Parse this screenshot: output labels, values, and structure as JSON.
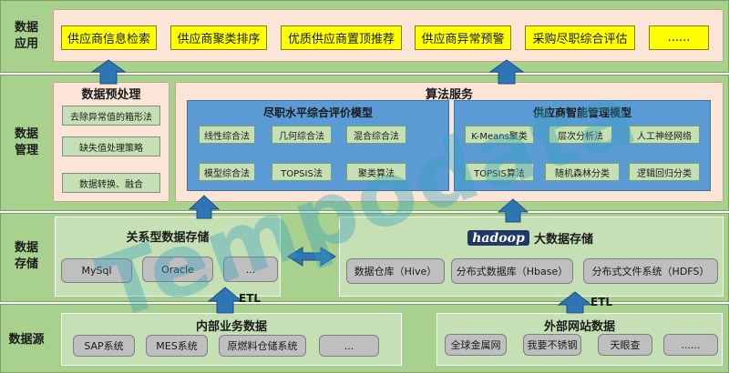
{
  "layers": {
    "app": {
      "label": "数据应用",
      "items": [
        "供应商信息检索",
        "供应商聚类排序",
        "优质供应商置顶推荐",
        "供应商异常预警",
        "采购尽职综合评估",
        "......"
      ]
    },
    "mgmt": {
      "label": "数据管理",
      "preprocess": {
        "title": "数据预处理",
        "items": [
          "去除异常值的箱形法",
          "缺失值处理策略",
          "数据转换、融合"
        ]
      },
      "algo": {
        "title": "算法服务",
        "left": {
          "title": "尽职水平综合评价模型",
          "items": [
            "线性综合法",
            "几何综合法",
            "混合综合法",
            "模型综合法",
            "TOPSIS法",
            "聚类算法"
          ]
        },
        "right": {
          "title": "供应商智能管理模型",
          "items": [
            "K-Means聚类",
            "层次分析法",
            "人工神经网络",
            "TOPSIS算法",
            "随机森林分类",
            "逻辑回归分类"
          ]
        }
      }
    },
    "storage": {
      "label": "数据存储",
      "relational": {
        "title": "关系型数据存储",
        "items": [
          "MySql",
          "Oracle",
          "..."
        ]
      },
      "bigdata": {
        "logo": "hadoop",
        "title": "大数据存储",
        "items": [
          "数据仓库（Hive）",
          "分布式数据库（Hbase）",
          "分布式文件系统（HDFS）"
        ]
      }
    },
    "source": {
      "label": "数据源",
      "internal": {
        "title": "内部业务数据",
        "items": [
          "SAP系统",
          "MES系统",
          "原燃料仓储系统",
          "..."
        ]
      },
      "external": {
        "title": "外部网站数据",
        "items": [
          "全球金属网",
          "我要不锈钢",
          "天眼查",
          "......"
        ]
      }
    }
  },
  "etl_left": "ETL",
  "etl_right": "ETL",
  "watermark": "Tempodata",
  "colors": {
    "layer": "#a9d18e",
    "salmon": "#fbe5d6",
    "blue_panel": "#5b9bd5",
    "yellow": "#ffff00",
    "gray": "#bfbfbf",
    "arrow": "#2e75b6",
    "watermark": "#38a0be"
  }
}
